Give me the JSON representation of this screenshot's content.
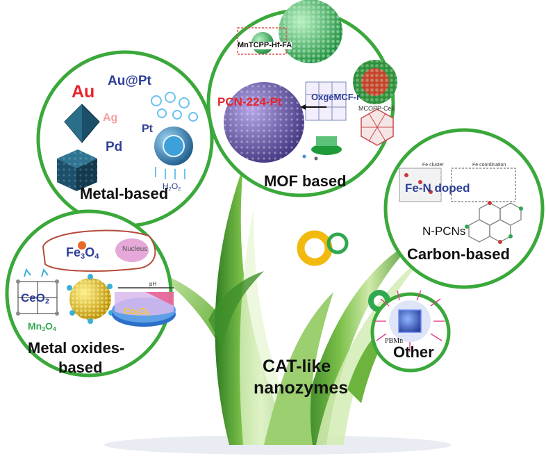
{
  "center": {
    "title_line1": "CAT-like",
    "title_line2": "nanozymes"
  },
  "bubbles": {
    "metal": {
      "label": "Metal-based",
      "items": {
        "au": "Au",
        "aupt": "Au@Pt",
        "ag": "Ag",
        "pd": "Pd",
        "pt": "Pt",
        "h2o2": "H",
        "h2o2_sub": "2",
        "h2o2_end": "O",
        "h2o2_sub2": "2"
      }
    },
    "mof": {
      "label": "MOF based",
      "items": {
        "mntcpp": "MnTCPP-Hf-FA",
        "pcn": "PCN-224-Pt",
        "oxgemcf": "OxgeMCF-r",
        "mcopp": "MCOPP-Ce6"
      }
    },
    "carbon": {
      "label": "Carbon-based",
      "items": {
        "fen": "Fe-N doped",
        "npcn": "N-PCNs",
        "fe_cluster": "Fe cluster",
        "fe_coord": "Fe coordination"
      }
    },
    "oxide": {
      "label_line1": "Metal oxides-",
      "label_line2": "based",
      "items": {
        "fe3o4_a": "Fe",
        "fe3o4_s1": "3",
        "fe3o4_b": "O",
        "fe3o4_s2": "4",
        "nucleus": "Nucleus",
        "ceo2_a": "CeO",
        "ceo2_s": "2",
        "mn3o4_a": "Mn",
        "mn3o4_s1": "3",
        "mn3o4_b": "O",
        "mn3o4_s2": "4",
        "co3o4_a": "Co",
        "co3o4_s1": "3",
        "co3o4_b": "O",
        "co3o4_s2": "4",
        "ph": "pH"
      }
    },
    "other": {
      "label": "Other",
      "items": {
        "pbmn": "PBMn"
      }
    }
  },
  "colors": {
    "bubble_border": "#3aa83a",
    "leaf_dark": "#3e8f2a",
    "leaf_light": "#a6d67a",
    "ring_yellow": "#f2b90f",
    "ring_green": "#2fa84f",
    "au_red": "#e8242b",
    "ag_pink": "#f2a0a0",
    "navy": "#2e3f97",
    "pcn_red": "#e8242b"
  }
}
